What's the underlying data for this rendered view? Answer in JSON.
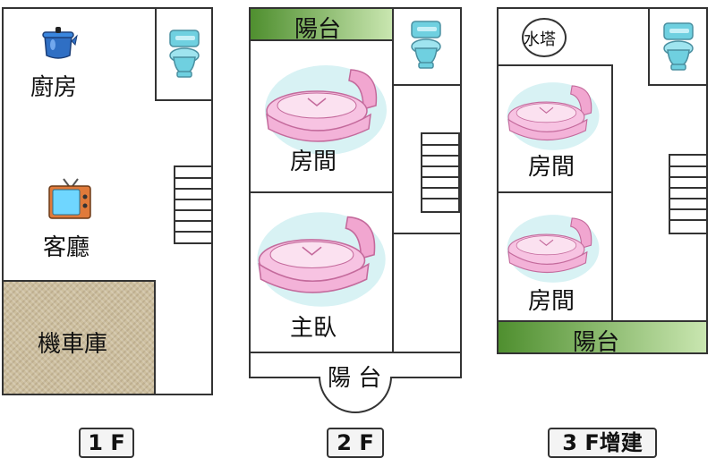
{
  "floors": [
    {
      "tag": "1 F",
      "rooms": {
        "kitchen": "廚房",
        "living": "客廳",
        "garage": "機車庫"
      }
    },
    {
      "tag": "2 F",
      "rooms": {
        "balcony_top": "陽台",
        "room": "房間",
        "master": "主臥",
        "balcony_bottom": "陽 台"
      }
    },
    {
      "tag": "3 F增建",
      "rooms": {
        "water_tower": "水塔",
        "room_a": "房間",
        "room_b": "房間",
        "balcony": "陽台"
      }
    }
  ],
  "colors": {
    "wall": "#333333",
    "balcony_green": "#4f8f2f",
    "garage_fill": "#cdbf9f",
    "crib_pink": "#f3b2d8"
  },
  "icons": [
    "kettle-icon",
    "tv-icon",
    "toilet-icon",
    "crib-icon"
  ]
}
